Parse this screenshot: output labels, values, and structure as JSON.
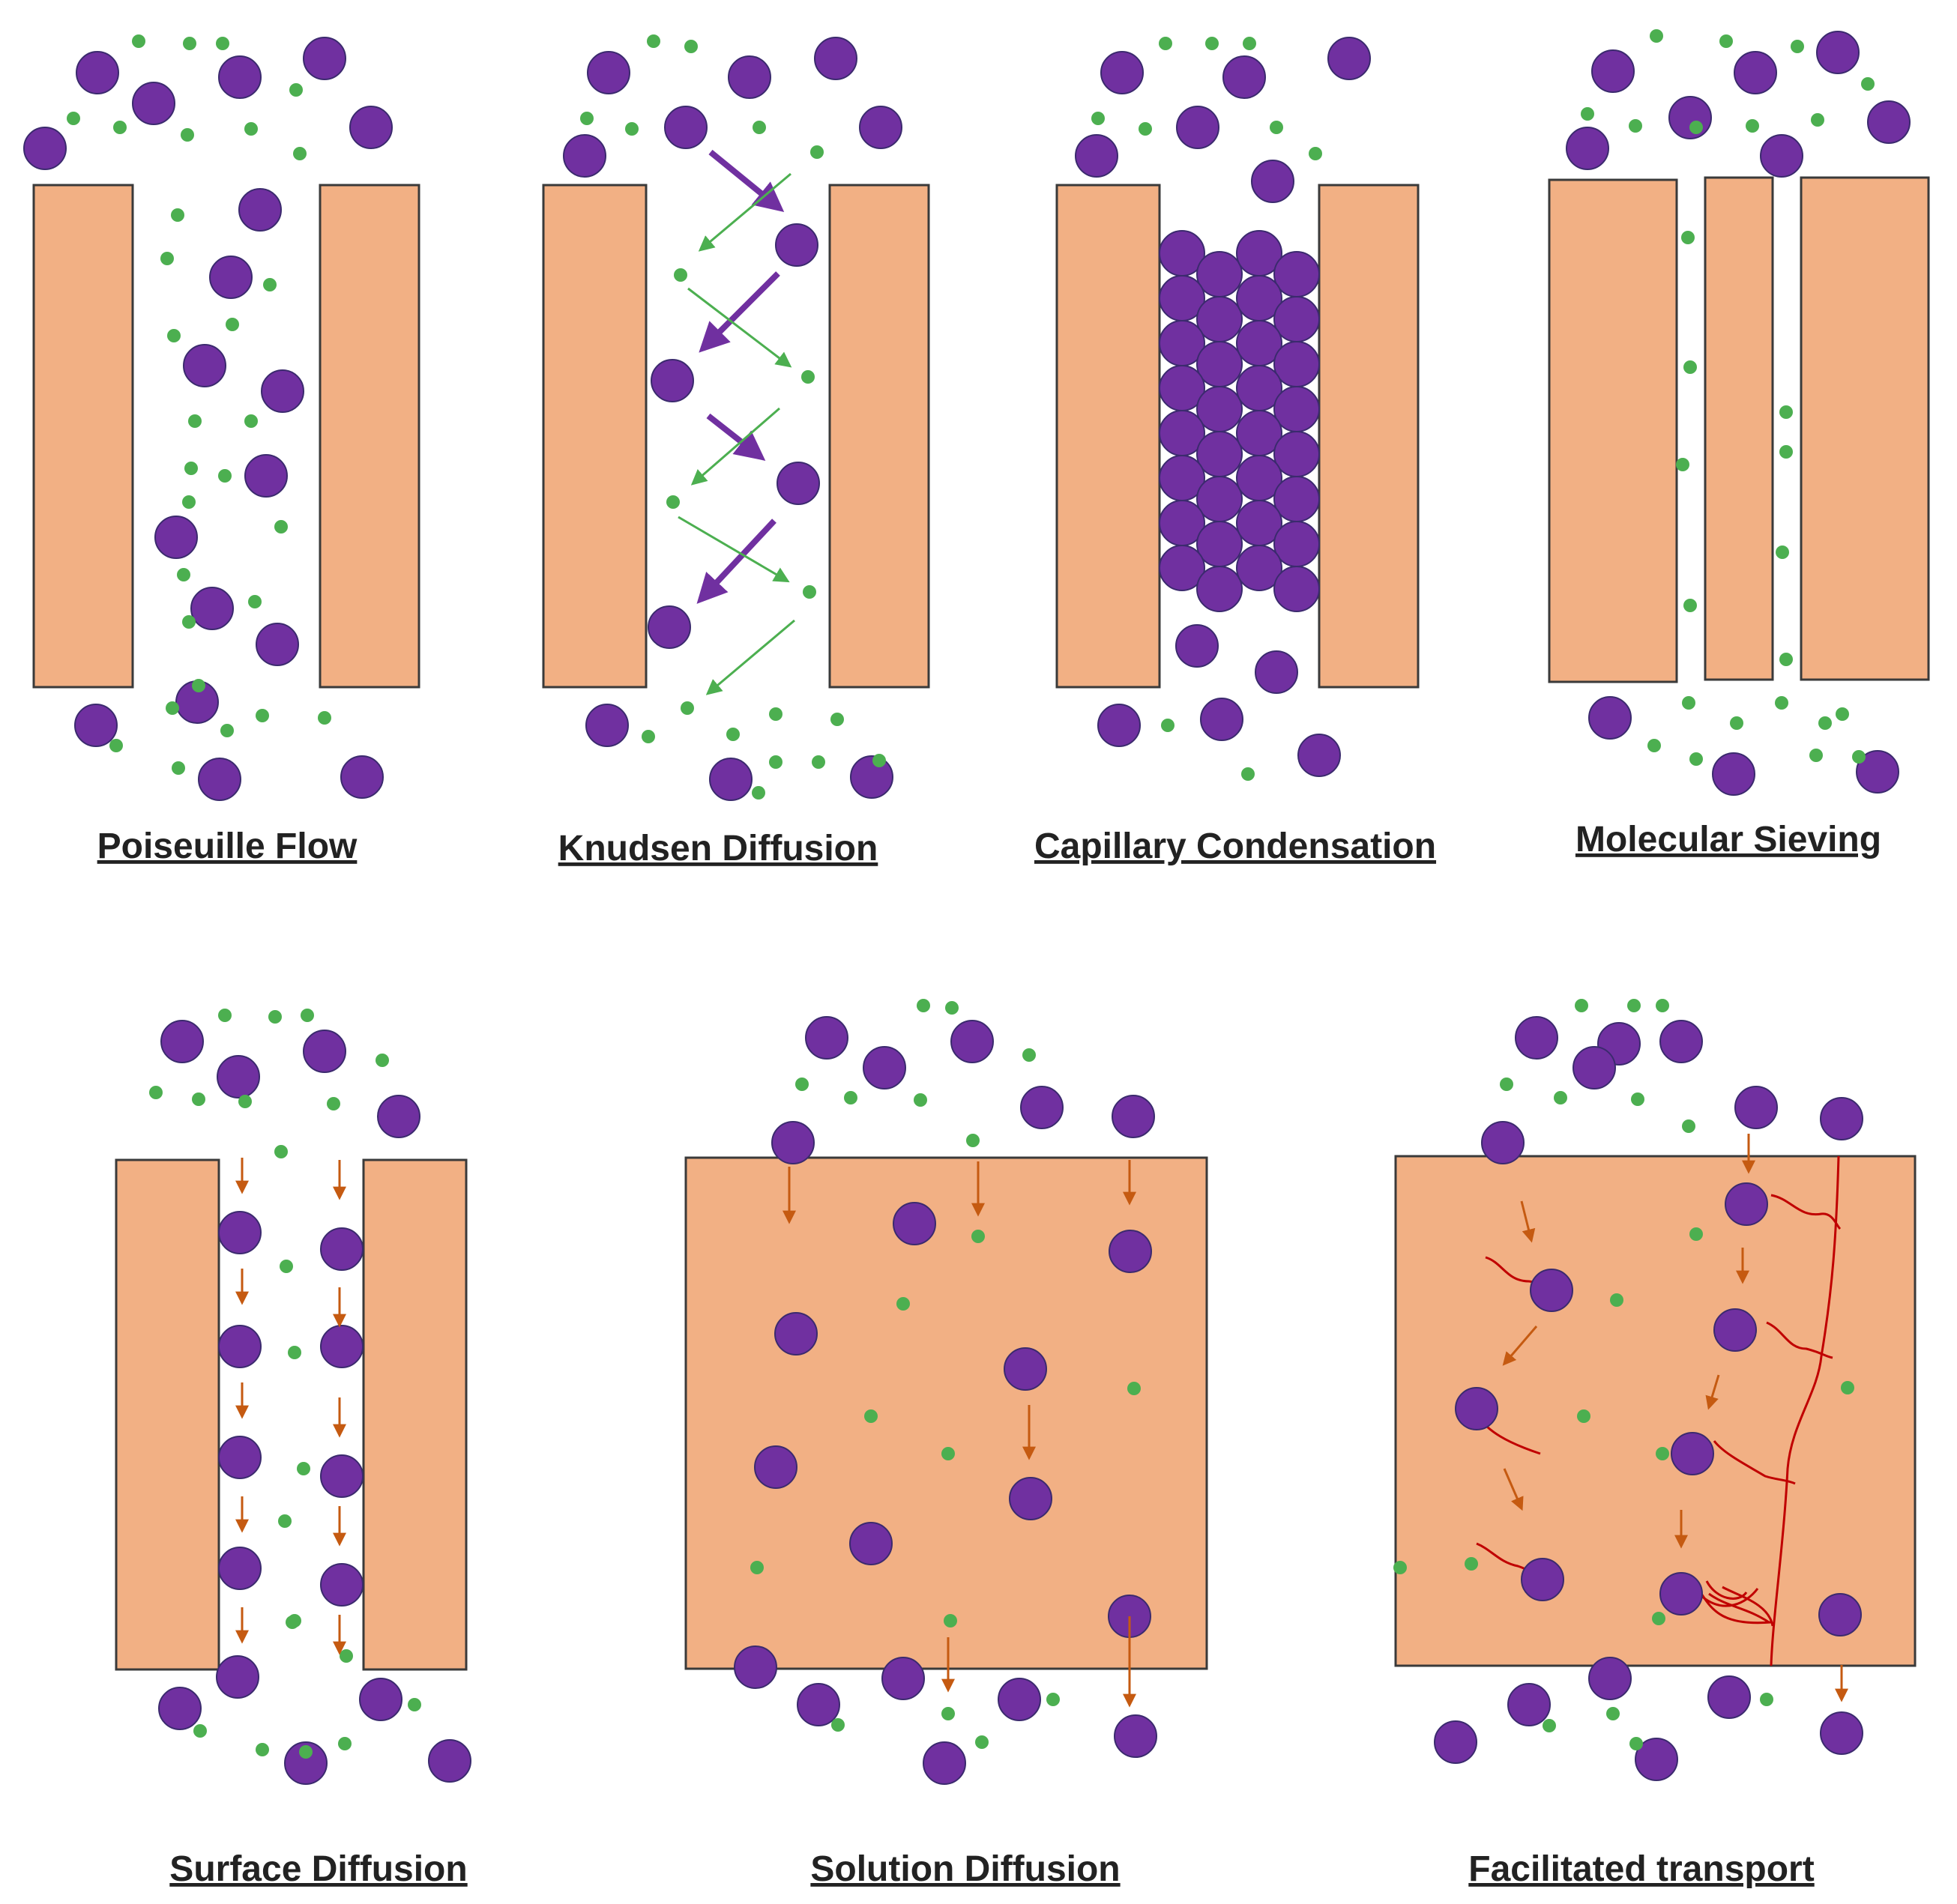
{
  "colors": {
    "membrane": "#F2B084",
    "membrane_border": "#3A3A3A",
    "large_molecule": "#7030A0",
    "large_molecule_border": "#3B2A6E",
    "small_molecule": "#4CAF50",
    "small_arrow": "#4CAF50",
    "large_arrow": "#7030A0",
    "flux_arrow": "#C55A11",
    "surface_arrow_gray": "#A6A6A6",
    "carrier": "#C00000"
  },
  "panels": [
    {
      "id": "poiseuille",
      "caption": "Poiseuille Flow"
    },
    {
      "id": "knudsen",
      "caption": "Knudsen Diffusion"
    },
    {
      "id": "capillary",
      "caption": "Capillary Condensation"
    },
    {
      "id": "sieving",
      "caption": "Molecular Sieving"
    },
    {
      "id": "surface",
      "caption": "Surface Diffusion"
    },
    {
      "id": "solution",
      "caption": "Solution Diffusion"
    },
    {
      "id": "facilitated",
      "caption": "Facilitated transport"
    }
  ]
}
